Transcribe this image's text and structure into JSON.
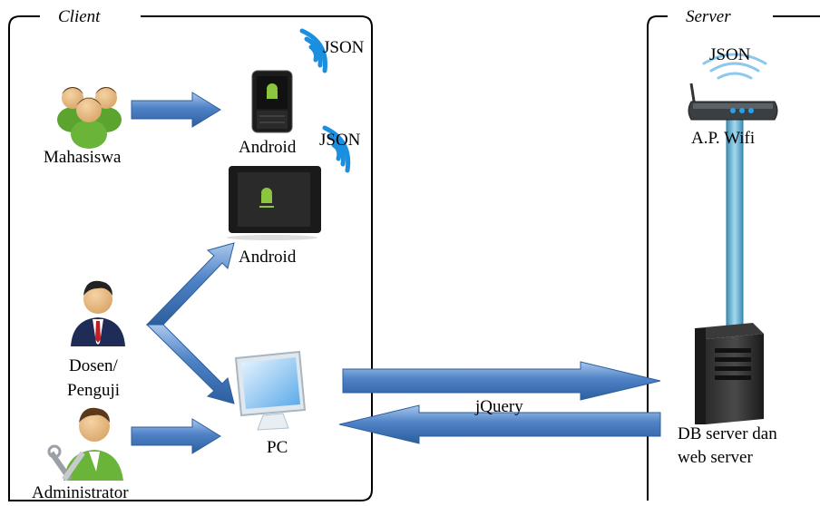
{
  "client": {
    "title": "Client"
  },
  "server": {
    "title": "Server"
  },
  "actors": {
    "mahasiswa": "Mahasiswa",
    "dosen_line1": "Dosen/",
    "dosen_line2": "Penguji",
    "administrator": "Administrator"
  },
  "devices": {
    "android_phone": "Android",
    "android_tablet": "Android",
    "pc": "PC"
  },
  "server_nodes": {
    "access_point": "A.P. Wifi",
    "db_line1": "DB server dan",
    "db_line2": "web server"
  },
  "signals": {
    "phone_json": "JSON",
    "tablet_json": "JSON",
    "ap_json": "JSON"
  },
  "connection_label": "jQuery",
  "colors": {
    "arrow_fill": "#4a7bc0",
    "arrow_light": "#8fb4e3",
    "wifi": "#1a8fe0",
    "link_column": "#6fb6d6",
    "person_green": "#6ab43a"
  }
}
